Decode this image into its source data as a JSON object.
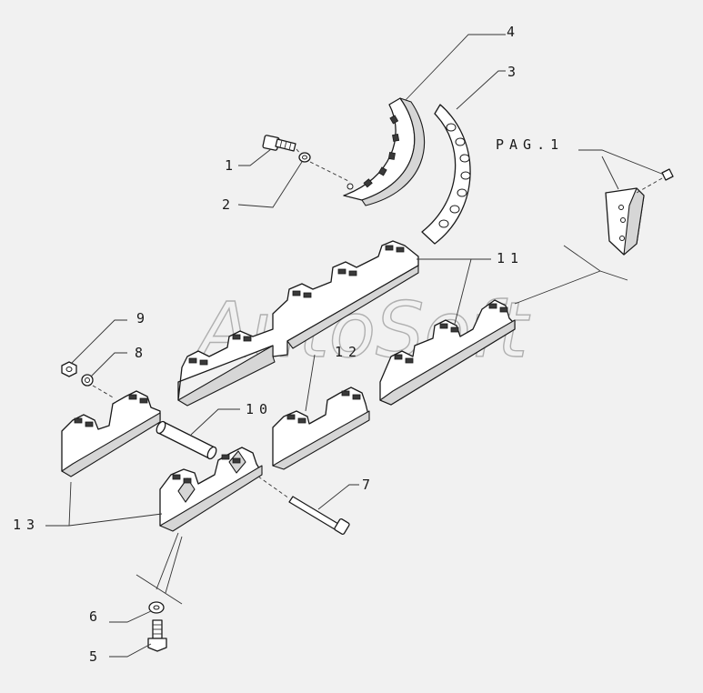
{
  "labels": {
    "l1": "1",
    "l2": "2",
    "l3": "3",
    "l4": "4",
    "l5": "5",
    "l6": "6",
    "l7": "7",
    "l8": "8",
    "l9": "9",
    "l10": "10",
    "l11": "11",
    "l12": "12",
    "l13": "13",
    "pag": "PAG.1"
  },
  "watermark": "AutoSoft"
}
